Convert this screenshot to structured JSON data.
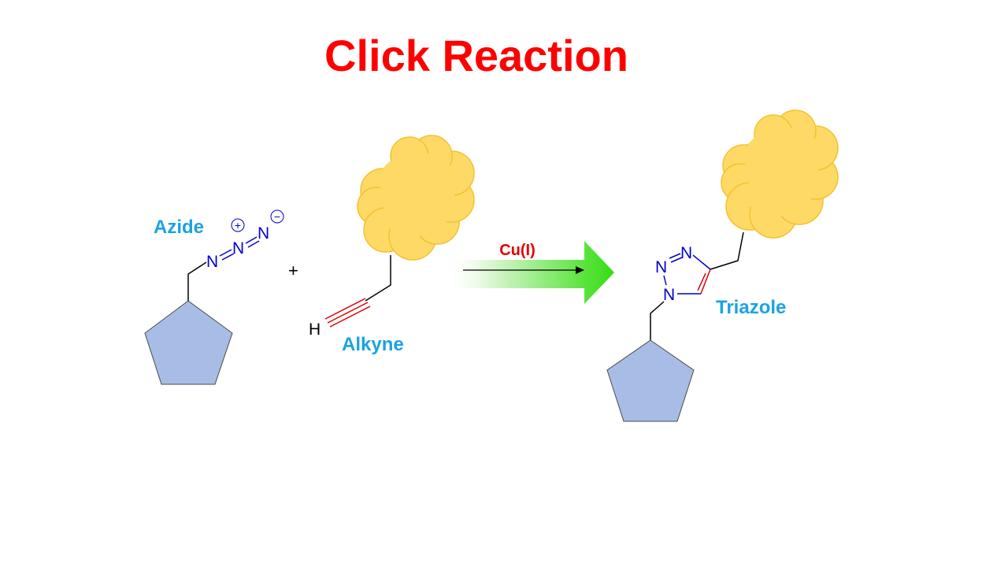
{
  "title": "Click Reaction",
  "labels": {
    "azide": "Azide",
    "alkyne": "Alkyne",
    "triazole": "Triazole",
    "catalyst": "Cu(I)",
    "plus": "+"
  },
  "atoms": {
    "nitrogen": "N",
    "hydrogen": "H",
    "positive_charge": "+",
    "negative_charge": "−"
  },
  "colors": {
    "title": "#ff0000",
    "label": "#1aa3e0",
    "nitrogen": "#0000cc",
    "triple_bond": "#e00000",
    "catalyst": "#e00000",
    "arrow_green": "#44dd22",
    "star_fill": "#a8bde6",
    "cloud_fill": "#ffd966",
    "cloud_stroke": "#f2c230"
  }
}
